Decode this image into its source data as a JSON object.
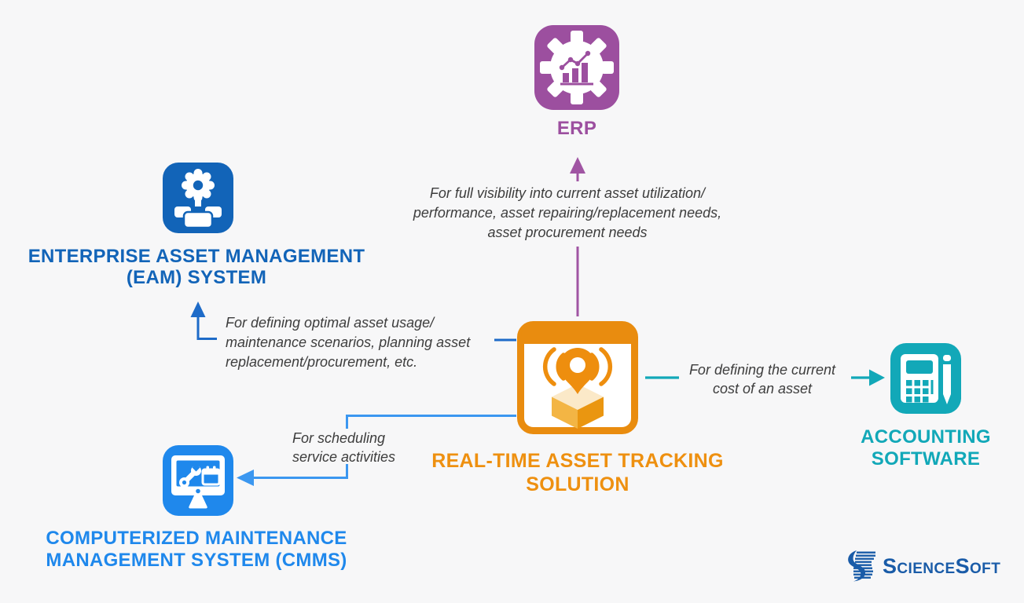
{
  "canvas": {
    "background": "#f7f7f8"
  },
  "nodes": {
    "erp": {
      "label": "ERP",
      "color": "#9c4f9f",
      "icon": "gear-analytics-icon"
    },
    "eam": {
      "line1": "ENTERPRISE ASSET MANAGEMENT",
      "line2": "(EAM) SYSTEM",
      "color": "#1264b8",
      "icon": "gear-assets-icon"
    },
    "tracking": {
      "line1": "REAL-TIME ASSET TRACKING",
      "line2": "SOLUTION",
      "color": "#ee9010",
      "icon": "asset-tracking-window-icon"
    },
    "accounting": {
      "line1": "ACCOUNTING",
      "line2": "SOFTWARE",
      "color": "#12a8b8",
      "icon": "calculator-pencil-icon"
    },
    "cmms": {
      "line1": "COMPUTERIZED MAINTENANCE",
      "line2": "MANAGEMENT SYSTEM (CMMS)",
      "color": "#1f88ec",
      "icon": "monitor-maintenance-icon"
    }
  },
  "annotations": {
    "to_erp": {
      "line1": "For full visibility into current asset utilization/",
      "line2": "performance, asset repairing/replacement needs,",
      "line3": "asset procurement needs"
    },
    "to_eam": {
      "line1": "For defining optimal asset usage/",
      "line2": "maintenance scenarios, planning asset",
      "line3": "replacement/procurement, etc."
    },
    "to_accounting": {
      "line1": "For defining the current",
      "line2": "cost of an asset"
    },
    "to_cmms": {
      "line1": "For scheduling",
      "line2": "service activities"
    }
  },
  "connectors": {
    "to_erp_color": "#a055a3",
    "to_eam_color": "#1e6bc8",
    "to_accounting_color": "#12a8b8",
    "to_cmms_color": "#3b97f0"
  },
  "annotation_text_color": "#3d3d3d",
  "branding": {
    "company": "ScienceSoft",
    "color": "#1a5ca8"
  }
}
